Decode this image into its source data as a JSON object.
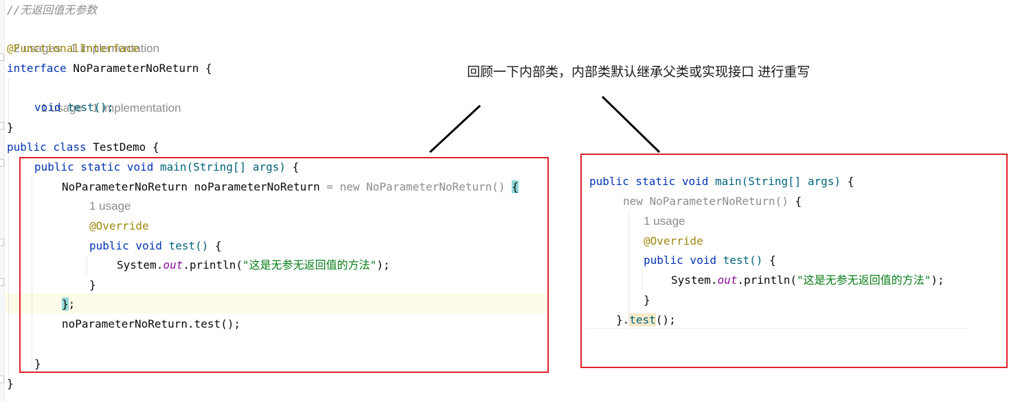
{
  "editor": {
    "comment": "//无返回值无参数",
    "usages_interface": "2 usages",
    "impl_interface": "1 implementation",
    "annotation_functional": "@FunctionalInterface",
    "kw_interface": "interface",
    "interface_name": "NoParameterNoReturn",
    "open_brace": "{",
    "close_brace": "}",
    "usages_method": "1 usage",
    "impl_method": "1 implementation",
    "kw_void": "void",
    "method_decl": "test();",
    "kw_public_class": "public class",
    "class_name": "TestDemo",
    "kw_public_static_void": "public static void",
    "main_sig": "main(String[] args)",
    "var_type": "NoParameterNoReturn",
    "var_name": "noParameterNoReturn",
    "assign_op": "=",
    "new_expr": "new NoParameterNoReturn()",
    "usage_override": "1 usage",
    "annotation_override": "@Override",
    "kw_public_void": "public void",
    "test_sig": "test()",
    "system_class": "System.",
    "out_field": "out",
    "println_call": ".println(",
    "string_literal": "\"这是无参无返回值的方法\"",
    "stmt_end": ");",
    "anon_close": "};",
    "call_stmt": "noParameterNoReturn.test();"
  },
  "right_panel": {
    "test_call": "test",
    "dot": "}.",
    "call_end": "();"
  },
  "callout_text": "回顾一下内部类，内部类默认继承父类或实现接口 进行重写",
  "colors": {
    "keyword": "#0033b3",
    "annotation": "#9e880d",
    "string": "#067d17",
    "static_field": "#871094",
    "hint": "#8c8c8c",
    "highlight_box": "#e0202a"
  }
}
